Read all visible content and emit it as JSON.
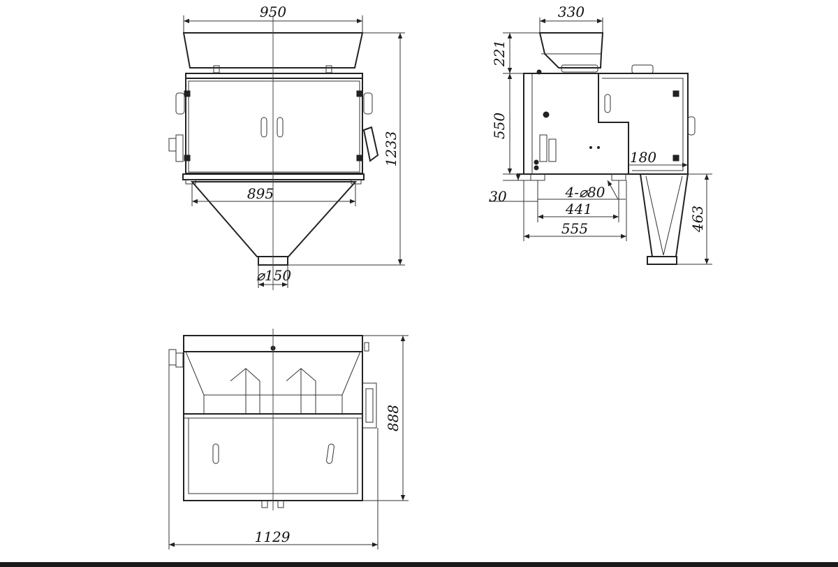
{
  "dimensions": {
    "front_width": "950",
    "front_height": "1233",
    "hopper_width": "895",
    "outlet_diameter": "⌀150",
    "side_top_width": "330",
    "side_top_height": "221",
    "side_body_height": "550",
    "side_offset": "180",
    "side_base_height": "30",
    "feet": "4-⌀80",
    "feet_spacing": "441",
    "side_total_depth": "555",
    "side_chute_height": "463",
    "top_depth": "888",
    "top_width": "1129"
  }
}
